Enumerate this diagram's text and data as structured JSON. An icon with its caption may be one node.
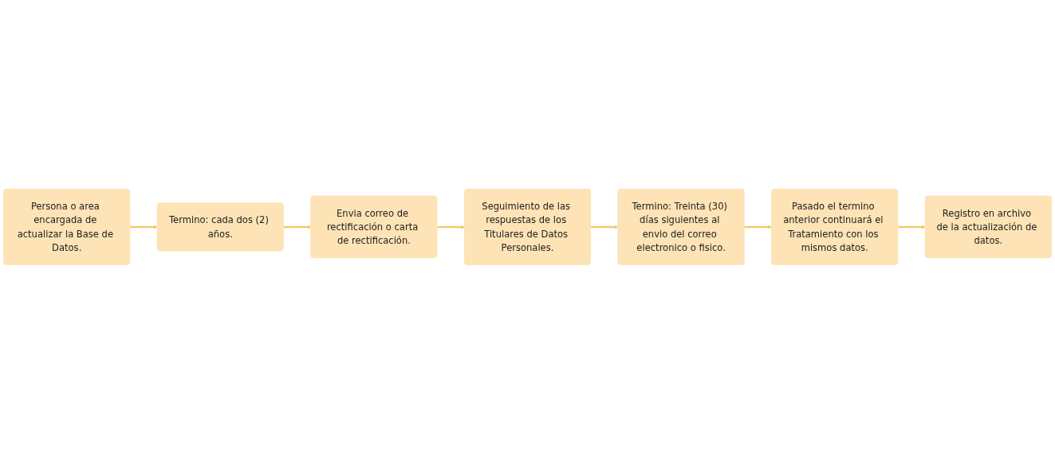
{
  "diagram": {
    "nodes": [
      {
        "text": [
          "Persona o area encargada de actualizar la Base de Datos."
        ]
      },
      {
        "text": [
          "Termino: cada dos (2) años."
        ]
      },
      {
        "text": [
          "Envia correo de rectificación o carta de rectificación."
        ]
      },
      {
        "text": [
          "Seguimiento de las respuestas de los Titulares de Datos Personales."
        ]
      },
      {
        "text": [
          "Termino: Treinta (30) días siguientes al envio del correo electronico o fisico."
        ]
      },
      {
        "text": [
          "Pasado el termino anterior continuará el Tratamiento con los mismos datos."
        ]
      },
      {
        "text": [
          "Registro en archivo de la actualización de datos."
        ]
      }
    ],
    "edges": [
      {
        "from": 0,
        "to": 1,
        "arrow": "to"
      },
      {
        "from": 1,
        "to": 2,
        "arrow": "to"
      },
      {
        "from": 2,
        "to": 3,
        "arrow": "to"
      },
      {
        "from": 3,
        "to": 4,
        "arrow": "to"
      },
      {
        "from": 4,
        "to": 5,
        "arrow": "to"
      },
      {
        "from": 5,
        "to": 6,
        "arrow": "to"
      }
    ]
  }
}
